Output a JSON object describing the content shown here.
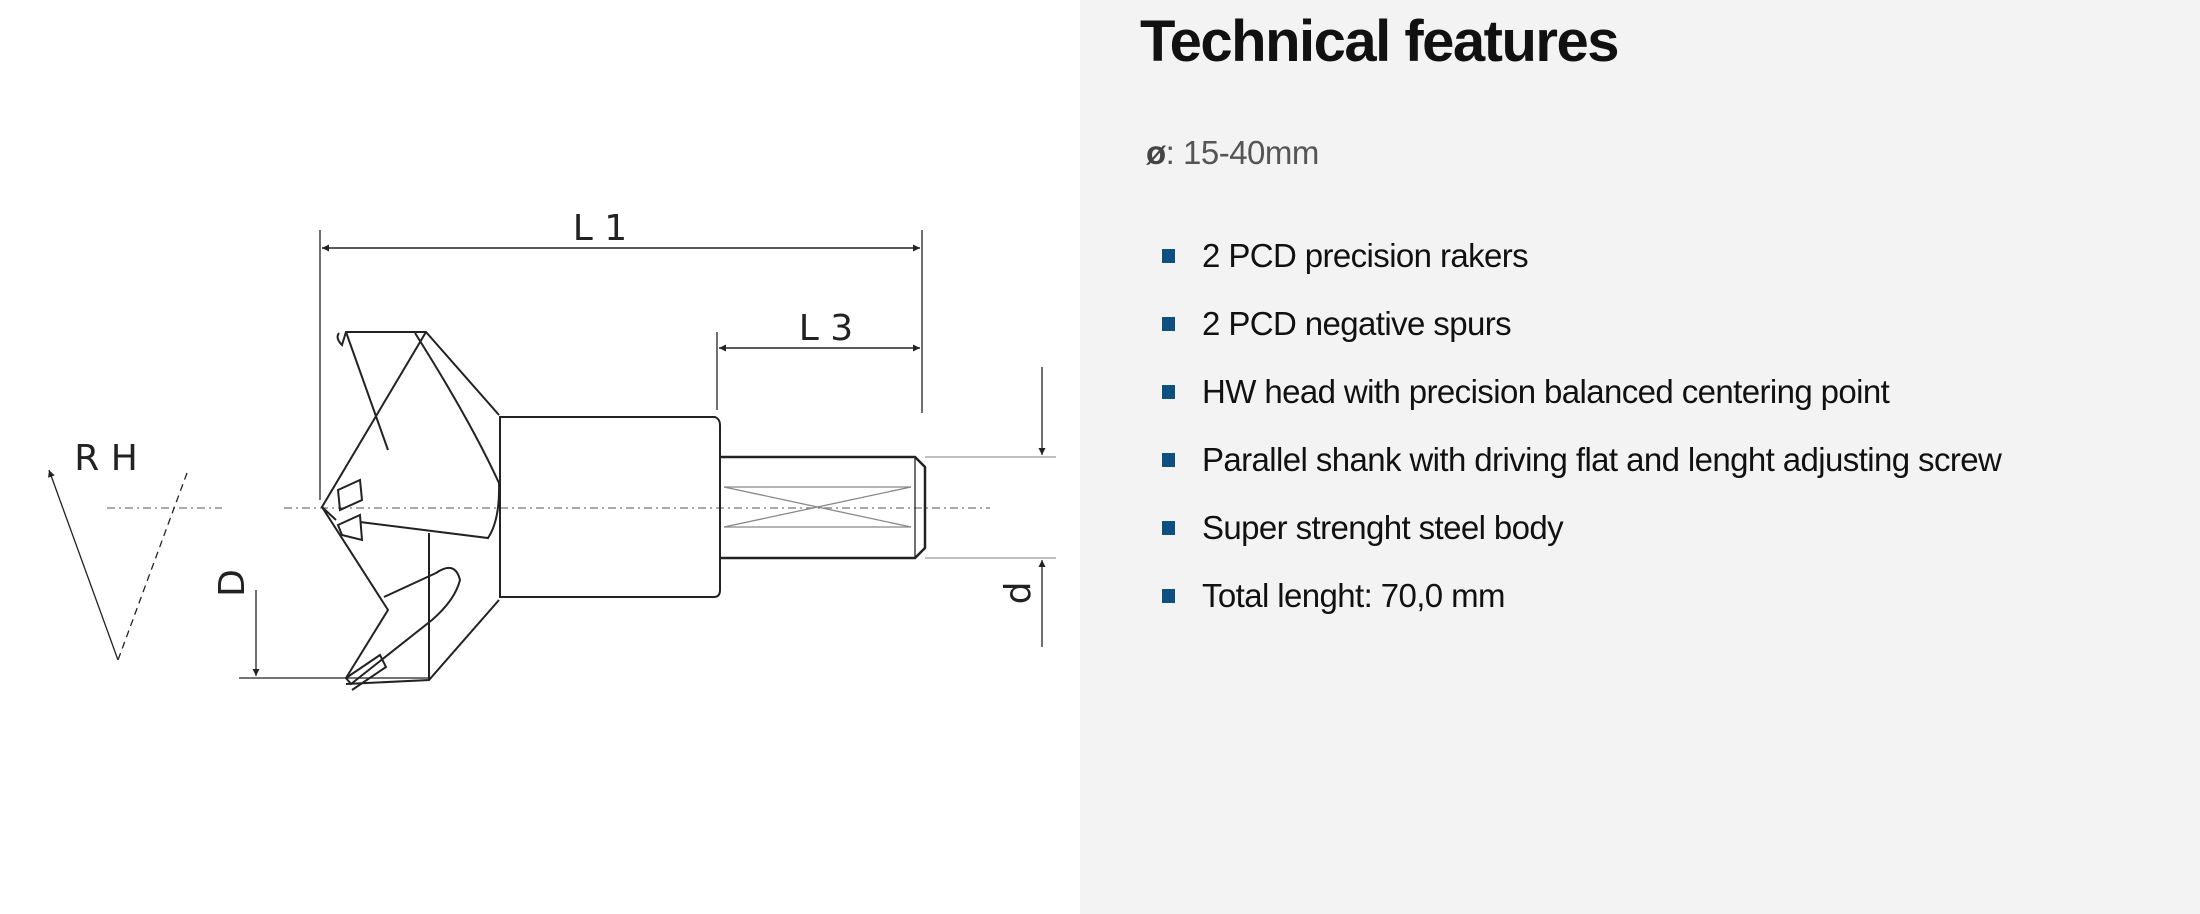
{
  "drawing": {
    "labels": {
      "l1": "L 1",
      "l3": "L 3",
      "rh": "R H",
      "D": "D",
      "d": "d"
    }
  },
  "features": {
    "title": "Technical features",
    "diameter_symbol": "ø",
    "diameter_value": ": 15-40mm",
    "items": [
      "2 PCD precision rakers",
      "2 PCD negative spurs",
      "HW head with precision balanced centering point",
      "Parallel shank with driving flat and lenght adjusting screw",
      "Super strenght steel body",
      "Total lenght: 70,0 mm"
    ]
  },
  "colors": {
    "bullet": "#0d4f7f",
    "panel_bg": "#f3f3f3",
    "line": "#222222"
  }
}
